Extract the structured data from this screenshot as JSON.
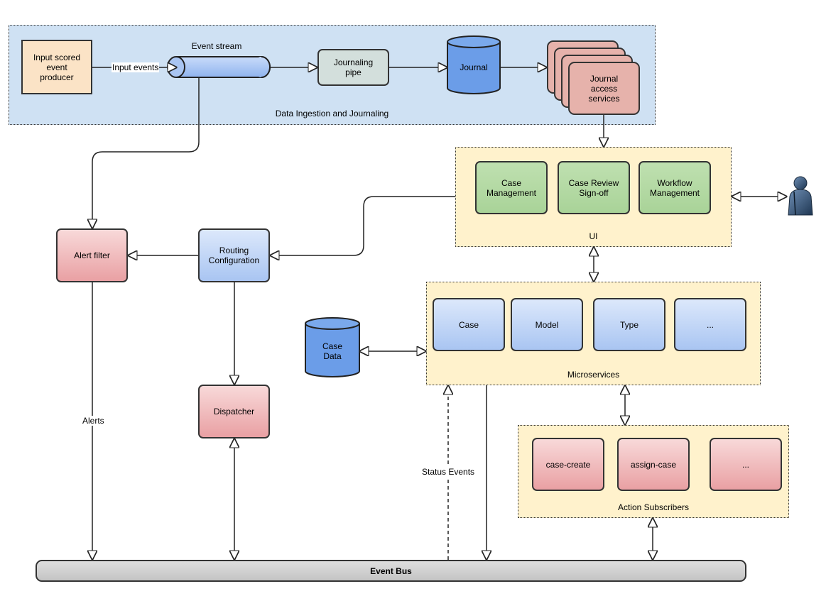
{
  "groups": {
    "ingestion": "Data Ingestion and Journaling",
    "ui": "UI",
    "microservices": "Microservices",
    "action_subscribers": "Action Subscribers"
  },
  "nodes": {
    "producer": "Input scored\nevent\nproducer",
    "event_stream": "Event stream",
    "journaling_pipe": "Journaling\npipe",
    "journal": "Journal",
    "journal_access": "Journal\naccess\nservices",
    "case_management": "Case\nManagement",
    "case_review": "Case Review\nSign-off",
    "workflow_management": "Workflow\nManagement",
    "alert_filter": "Alert filter",
    "routing_configuration": "Routing\nConfiguration",
    "dispatcher": "Dispatcher",
    "case_data": "Case\nData",
    "ms_case": "Case",
    "ms_model": "Model",
    "ms_type": "Type",
    "ms_more": "...",
    "sub_case_create": "case-create",
    "sub_assign_case": "assign-case",
    "sub_more": "...",
    "event_bus": "Event Bus"
  },
  "edge_labels": {
    "input_events": "Input events",
    "alerts": "Alerts",
    "status_events": "Status Events"
  },
  "colors": {
    "ingestion_group_fill": "#cfe1f3",
    "yellow_group_fill": "#fff2cc",
    "green": "#b5d9a4",
    "blue": "#a9c5f2",
    "red": "#e9a0a3",
    "cylinder_blue": "#6b9de8",
    "event_bus": "#cccccc"
  },
  "icons": {
    "user": "user-icon"
  }
}
